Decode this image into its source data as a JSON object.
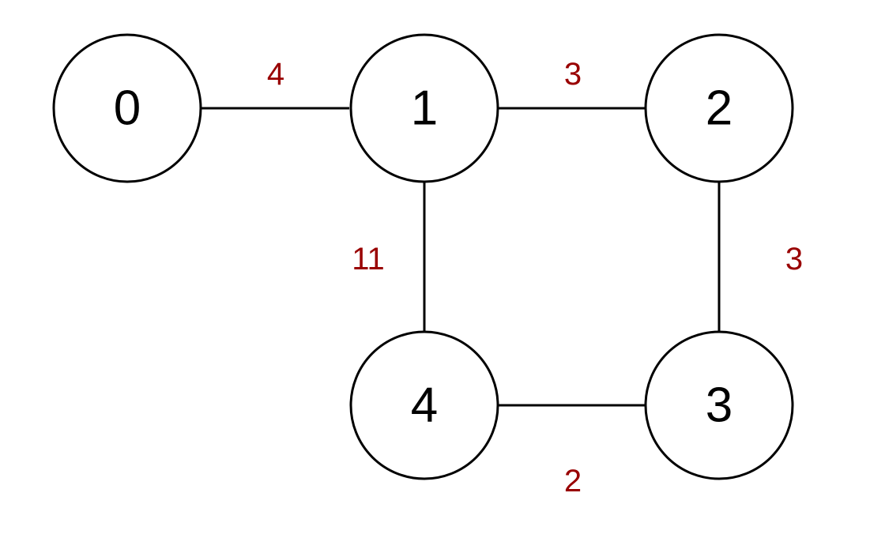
{
  "diagram": {
    "nodes": [
      {
        "id": "0",
        "label": "0"
      },
      {
        "id": "1",
        "label": "1"
      },
      {
        "id": "2",
        "label": "2"
      },
      {
        "id": "3",
        "label": "3"
      },
      {
        "id": "4",
        "label": "4"
      }
    ],
    "edges": [
      {
        "from": "0",
        "to": "1",
        "weight": "4"
      },
      {
        "from": "1",
        "to": "2",
        "weight": "3"
      },
      {
        "from": "1",
        "to": "4",
        "weight": "11"
      },
      {
        "from": "2",
        "to": "3",
        "weight": "3"
      },
      {
        "from": "4",
        "to": "3",
        "weight": "2"
      }
    ],
    "colors": {
      "node_stroke": "#000000",
      "node_fill": "#ffffff",
      "edge": "#000000",
      "weight_label": "#990000"
    }
  }
}
